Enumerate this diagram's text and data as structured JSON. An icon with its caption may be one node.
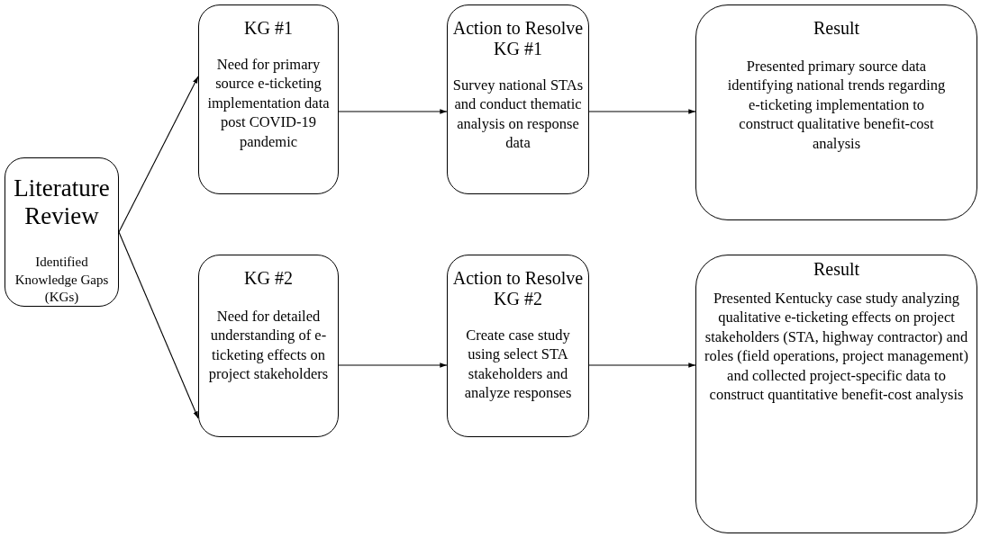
{
  "diagram": {
    "nodes": [
      {
        "text": [
          "Literature Review",
          "Identified Knowledge Gaps (KGs)"
        ]
      },
      {
        "text": [
          "KG #1",
          "Need for primary source e-ticketing implementation data post COVID-19 pandemic"
        ]
      },
      {
        "text": [
          "Action to Resolve KG #1",
          "Survey national STAs and conduct thematic analysis on response data"
        ]
      },
      {
        "text": [
          "Result",
          "Presented primary source data identifying national trends regarding e-ticketing implementation to construct qualitative benefit-cost analysis"
        ]
      },
      {
        "text": [
          "KG #2",
          "Need for detailed understanding of e-ticketing effects on project stakeholders"
        ]
      },
      {
        "text": [
          "Action to Resolve KG #2",
          "Create case study using select STA stakeholders and analyze responses"
        ]
      },
      {
        "text": [
          "Result",
          "Presented Kentucky case study analyzing qualitative e-ticketing effects on project stakeholders (STA, highway contractor) and roles (field operations, project management) and collected project-specific data to construct quantitative benefit-cost analysis"
        ]
      }
    ],
    "edges": [
      {
        "from": 0,
        "to": 1,
        "arrow": "to"
      },
      {
        "from": 0,
        "to": 4,
        "arrow": "to"
      },
      {
        "from": 1,
        "to": 2,
        "arrow": "to"
      },
      {
        "from": 2,
        "to": 3,
        "arrow": "to"
      },
      {
        "from": 4,
        "to": 5,
        "arrow": "to"
      },
      {
        "from": 5,
        "to": 6,
        "arrow": "to"
      }
    ]
  }
}
